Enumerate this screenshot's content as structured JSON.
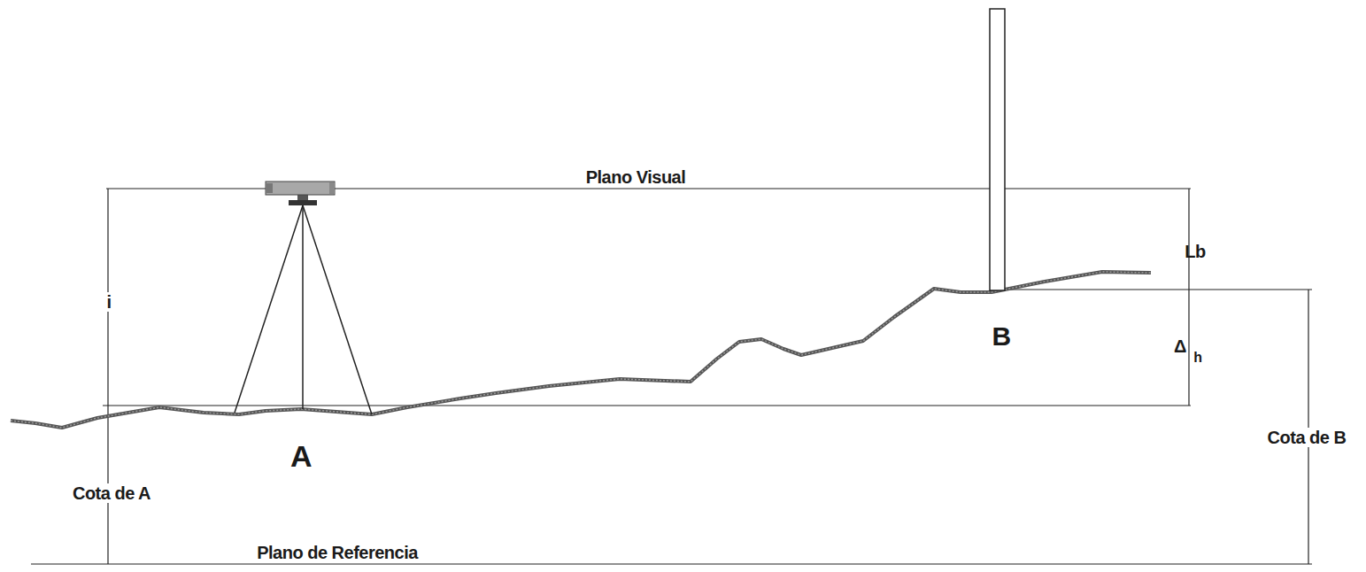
{
  "diagram": {
    "labels": [
      "Plano Visual",
      "Lb",
      "i",
      "Δ",
      "h",
      "B",
      "A",
      "Cota de B",
      "Cota de A",
      "Plano de Referencia"
    ]
  }
}
